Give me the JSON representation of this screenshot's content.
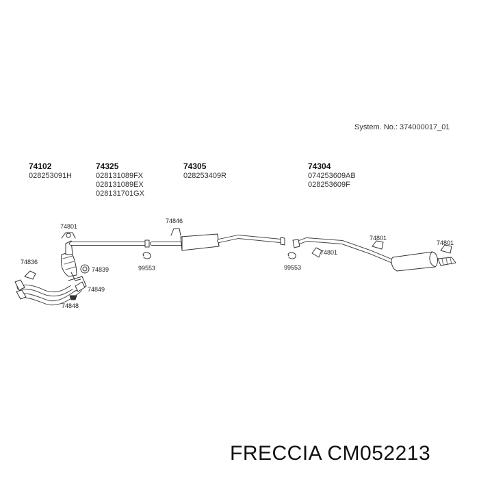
{
  "system_number": "System. No.: 374000017_01",
  "groups": [
    {
      "main": "74102",
      "subs": [
        "028253091H"
      ]
    },
    {
      "main": "74325",
      "subs": [
        "028131089FX",
        "028131089EX",
        "028131701GX"
      ]
    },
    {
      "main": "74305",
      "subs": [
        "028253409R"
      ]
    },
    {
      "main": "74304",
      "subs": [
        "074253609AB",
        "028253609F"
      ]
    }
  ],
  "callouts": {
    "c74801a": "74801",
    "c74846": "74846",
    "c74836": "74836",
    "c74839": "74839",
    "c74849": "74849",
    "c74848": "74848",
    "c99553a": "99553",
    "c99553b": "99553",
    "c74801b": "74801",
    "c74801c": "74801",
    "c74801d": "74801"
  },
  "footer": {
    "brand": "FRECCIA",
    "part_number": "CM052213"
  }
}
